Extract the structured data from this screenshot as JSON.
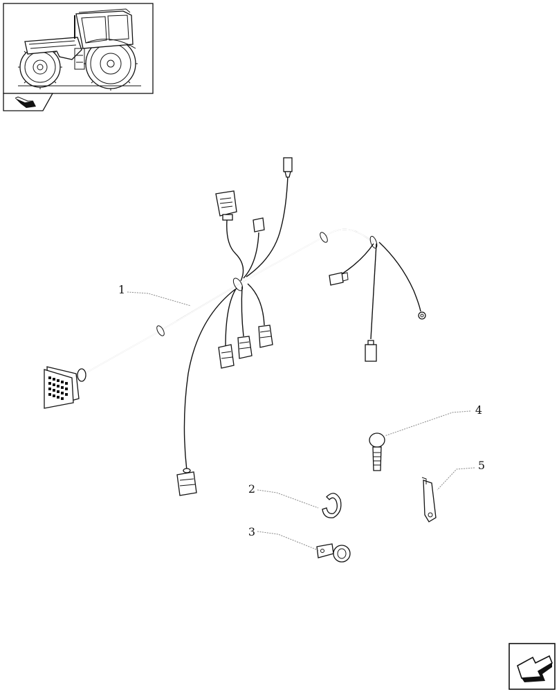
{
  "callouts": [
    {
      "id": "1",
      "label": "1"
    },
    {
      "id": "2",
      "label": "2"
    },
    {
      "id": "3",
      "label": "3"
    },
    {
      "id": "4",
      "label": "4"
    },
    {
      "id": "5",
      "label": "5"
    }
  ],
  "icons": {
    "thumbnail": "tractor-thumbnail-icon",
    "section": "section-marker-icon",
    "nav": "next-page-arrow-icon"
  }
}
